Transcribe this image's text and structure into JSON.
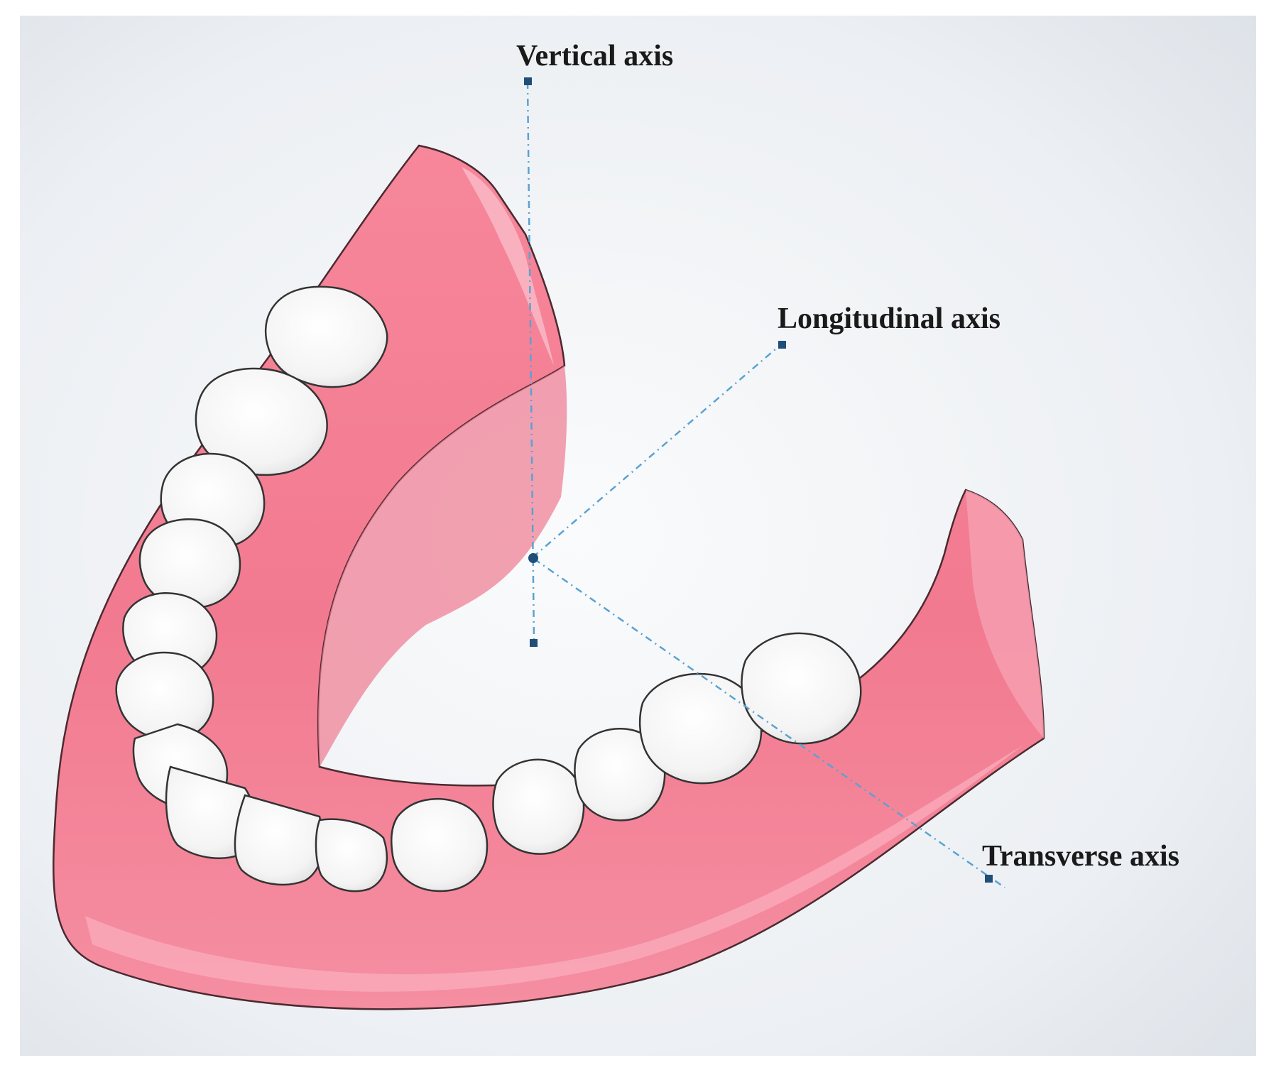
{
  "figure": {
    "labels": {
      "vertical": "Vertical axis",
      "longitudinal": "Longitudinal axis",
      "transverse": "Transverse axis"
    },
    "colors": {
      "gum": "#f07a90",
      "gum_highlight": "#fba0b1",
      "gum_shadow": "#d55a72",
      "tooth": "#f7f7f7",
      "tooth_outline": "#333333",
      "axis_line": "#5aa2d2",
      "axis_point": "#1f4e79",
      "background": "#e9edf2"
    }
  }
}
